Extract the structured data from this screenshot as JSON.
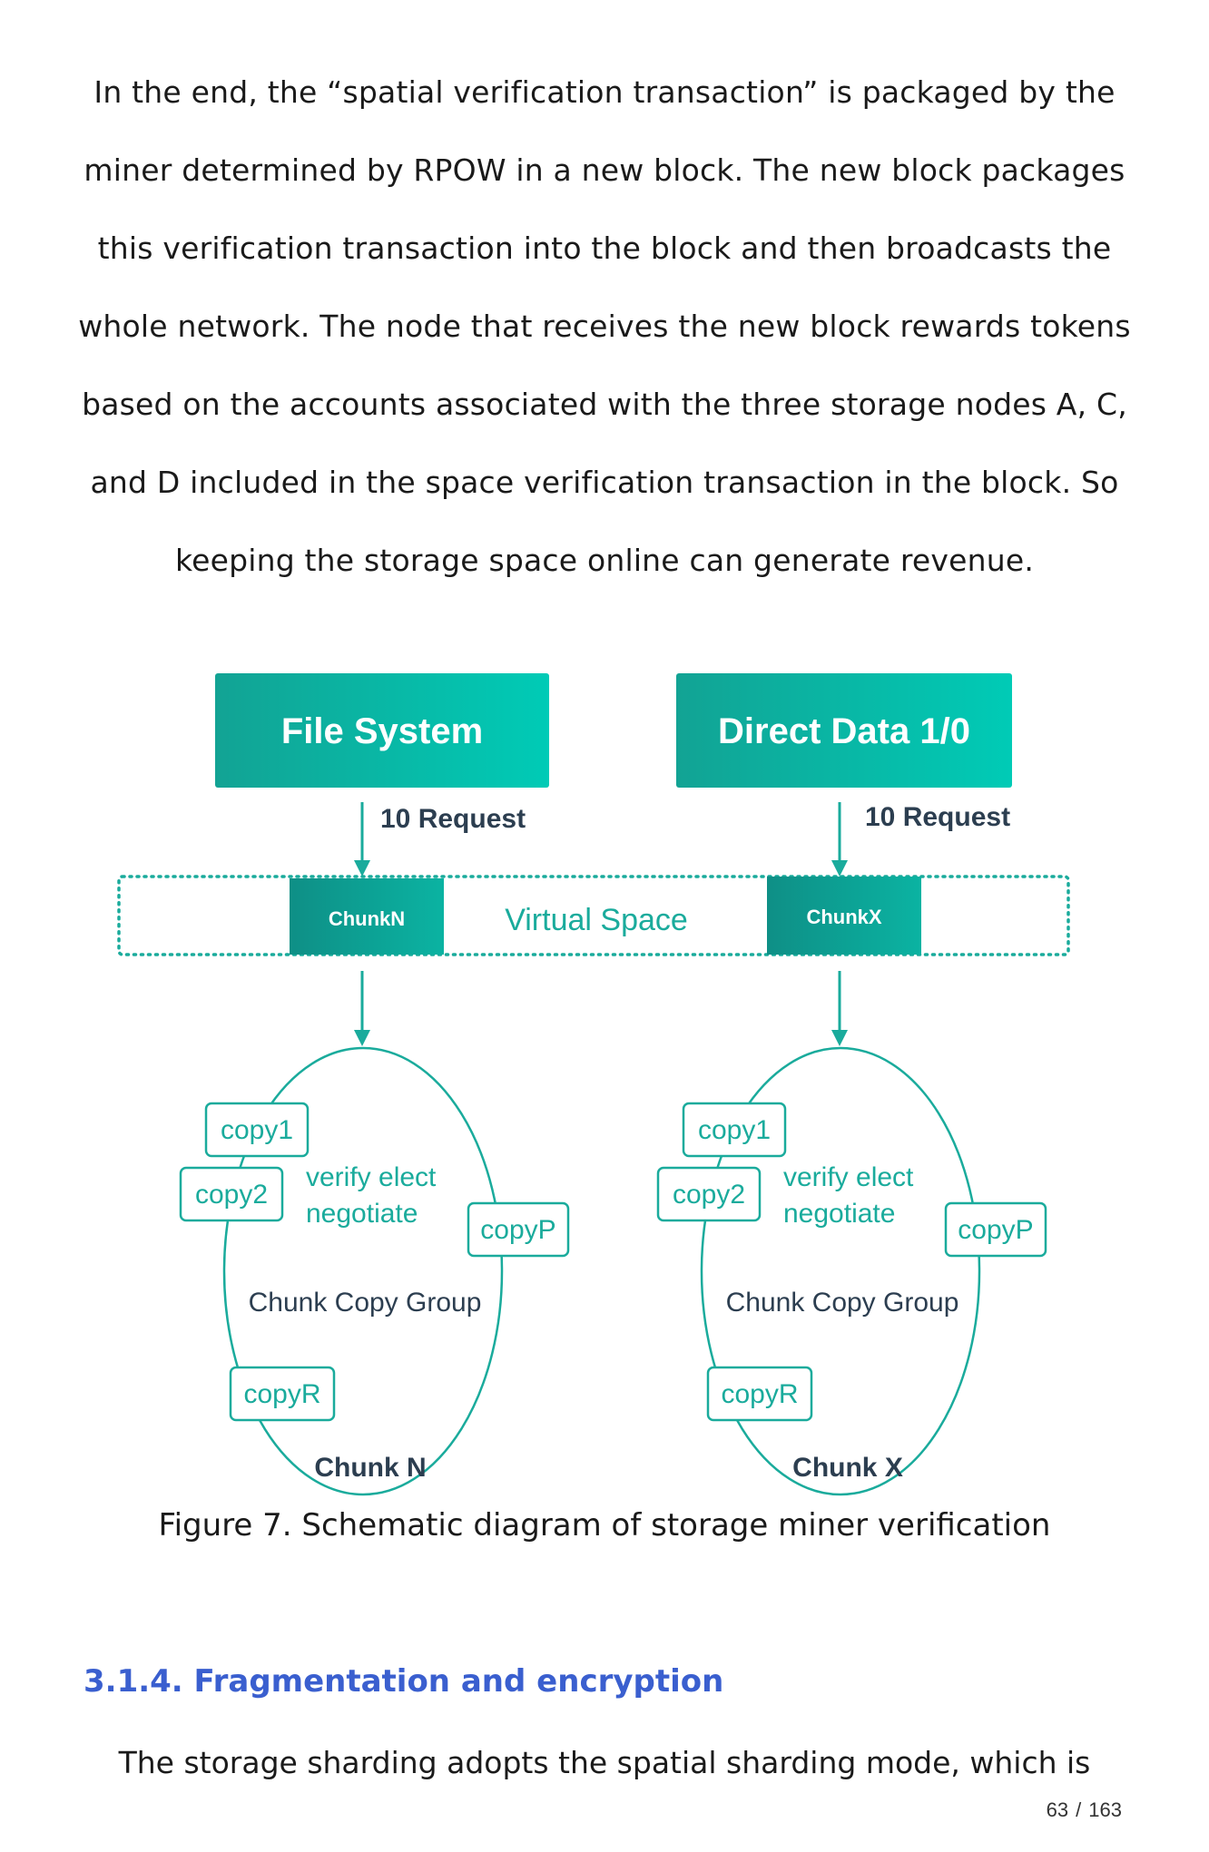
{
  "intro_lines": [
    "In the end, the “spatial verification transaction” is packaged by the",
    "miner determined by RPOW in a new block. The new block packages",
    "this verification transaction into the block and then broadcasts the",
    "whole network. The node that receives the new block rewards tokens",
    "based on the accounts associated with the three storage nodes A, C,",
    "and D included in the space verification transaction in the block. So",
    "keeping the storage space online can generate revenue."
  ],
  "diagram": {
    "left_box": "File System",
    "right_box": "Direct Data 1/0",
    "left_request": "10 Request",
    "right_request": "10 Request",
    "virtual_space": "Virtual Space",
    "chunk_left": "ChunkN",
    "chunk_right": "ChunkX",
    "group_left": {
      "copy1": "copy1",
      "copy2": "copy2",
      "copyP": "copyP",
      "copyR": "copyR",
      "verify": "verify elect",
      "negotiate": "negotiate",
      "group_label": "Chunk Copy Group",
      "chunk_label": "Chunk N"
    },
    "group_right": {
      "copy1": "copy1",
      "copy2": "copy2",
      "copyP": "copyP",
      "copyR": "copyR",
      "verify": "verify elect",
      "negotiate": "negotiate",
      "group_label": "Chunk Copy Group",
      "chunk_label": "Chunk X"
    },
    "colors": {
      "teal": "#1aab9c",
      "teal_light": "#00c9b4",
      "teal_dark": "#0e8c84",
      "label": "#2c3e50"
    }
  },
  "caption": "Figure 7. Schematic diagram of storage miner verification",
  "section_heading": "3.1.4. Fragmentation and encryption",
  "bottom_line": "The storage sharding adopts the spatial sharding mode, which is",
  "page_number": {
    "current": "63",
    "separator": "/",
    "total": "163"
  }
}
